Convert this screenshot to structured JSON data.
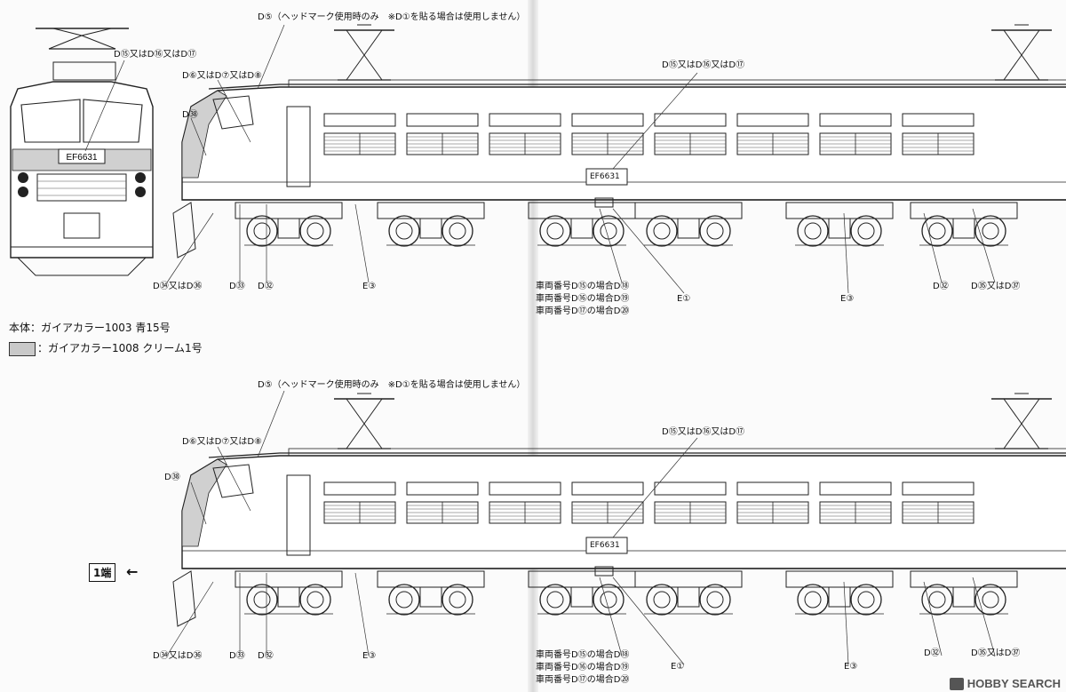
{
  "front_view": {
    "number_plate": "EF6631"
  },
  "top": {
    "labels": {
      "d5_headmark": "D⑤（ヘッドマーク使用時のみ　※D①を貼る場合は使用しません）",
      "d15_front": "D⑮又はD⑯又はD⑰",
      "d6": "D⑥又はD⑦又はD⑧",
      "d38": "D㊳",
      "d15_side": "D⑮又はD⑯又はD⑰",
      "d34": "D㉞又はD㊱",
      "d33": "D㉝",
      "d32_left": "D㉜",
      "e3_left": "E③",
      "num15": "車両番号D⑮の場合D⑱",
      "num16": "車両番号D⑯の場合D⑲",
      "num17": "車両番号D⑰の場合D⑳",
      "e1": "E①",
      "e3_right": "E③",
      "d32_right": "D㉜",
      "d35": "D㉟又はD㊲"
    },
    "side_plate": "EF6631"
  },
  "legend": {
    "body": "本体：ガイアカラー1003 青15号",
    "cream": "：ガイアカラー1008 クリーム1号",
    "cream_color": "#c9c9c9"
  },
  "bottom": {
    "labels": {
      "d5_headmark": "D⑤（ヘッドマーク使用時のみ　※D①を貼る場合は使用しません）",
      "d6": "D⑥又はD⑦又はD⑧",
      "d38": "D㊳",
      "d15_side": "D⑮又はD⑯又はD⑰",
      "d34": "D㉞又はD㊱",
      "d33": "D㉝",
      "d32_left": "D㉜",
      "e3_left": "E③",
      "num15": "車両番号D⑮の場合D⑱",
      "num16": "車両番号D⑯の場合D⑲",
      "num17": "車両番号D⑰の場合D⑳",
      "e1": "E①",
      "e3_right": "E③",
      "d32_right": "D㉜",
      "d35": "D㉟又はD㊲"
    },
    "side_plate": "EF6631",
    "end_marker": "1端",
    "end_arrow": "←"
  },
  "watermark": "HOBBY SEARCH"
}
